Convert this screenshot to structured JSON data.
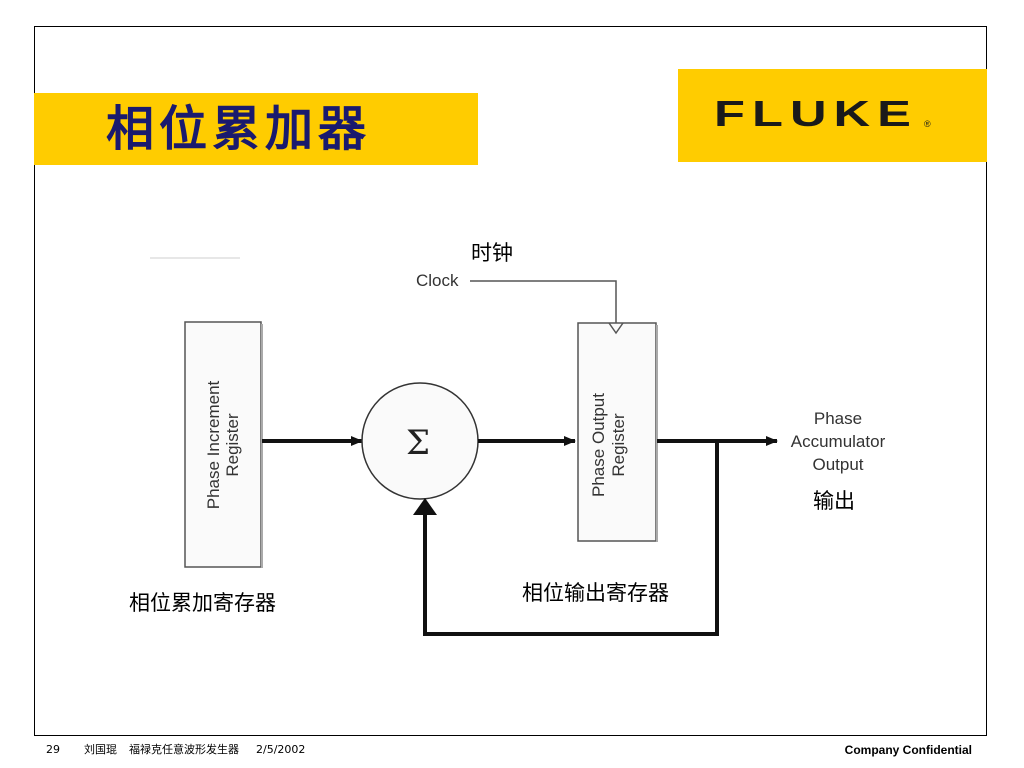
{
  "slide": {
    "title": "相位累加器",
    "logo_text": "FLUKE",
    "logo_mark": "®"
  },
  "diagram": {
    "clock_cn": "时钟",
    "clock_en": "Clock",
    "increment_register": "Phase Increment Register",
    "increment_register_line1": "Phase Increment",
    "increment_register_line2": "Register",
    "adder_symbol": "Σ",
    "output_register_line1": "Phase Output",
    "output_register_line2": "Register",
    "output_label_line1": "Phase",
    "output_label_line2": "Accumulator",
    "output_label_line3": "Output",
    "output_cn": "输出",
    "increment_register_cn": "相位累加寄存器",
    "output_register_cn": "相位输出寄存器"
  },
  "footer": {
    "page_number": "29",
    "author": "刘国琨",
    "subject": "福禄克任意波形发生器",
    "date": "2/5/2002",
    "confidential": "Company Confidential"
  }
}
